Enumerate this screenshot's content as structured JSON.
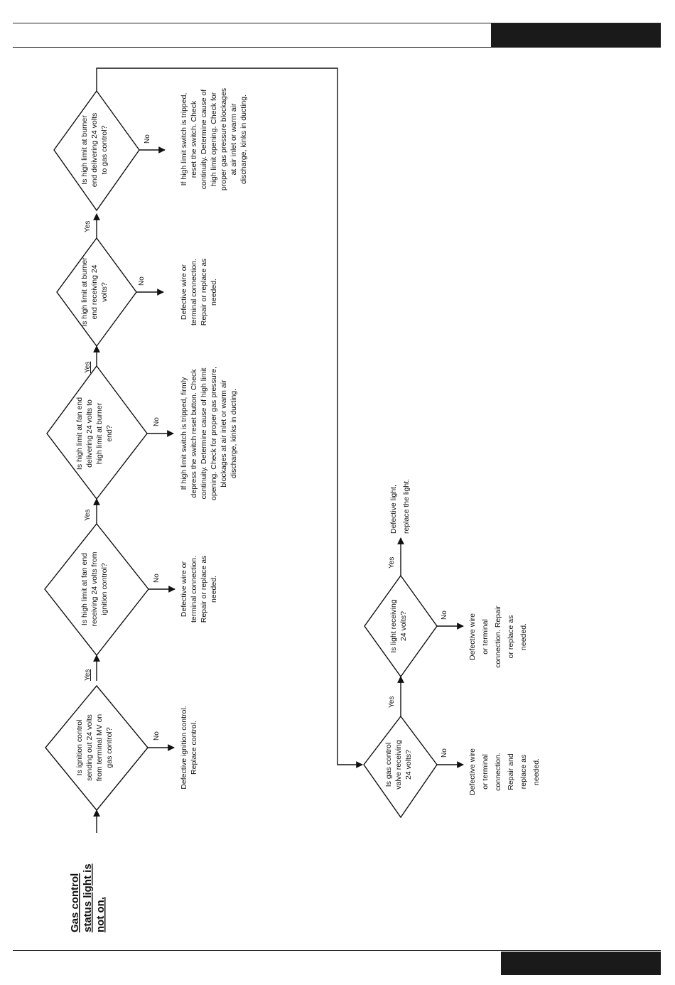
{
  "title": [
    "Gas control",
    "status light is",
    "not on."
  ],
  "labels": {
    "yes": "Yes",
    "no": "No"
  },
  "decisions": [
    {
      "lines": [
        "Is ignition control",
        "sending out 24 volts",
        "from terminal MV on",
        "gas control?"
      ]
    },
    {
      "lines": [
        "Is high limit at fan end",
        "receiving 24 volts from",
        "ignition control?"
      ]
    },
    {
      "lines": [
        "Is high limit at fan end",
        "delivering 24 volts to",
        "high limit at burner",
        "end?"
      ]
    },
    {
      "lines": [
        "Is high limit at burner",
        "end receiving 24",
        "volts?"
      ]
    },
    {
      "lines": [
        "Is high limit at burner",
        "end delivering 24 volts",
        "to gas control?"
      ]
    },
    {
      "lines": [
        "Is gas control",
        "valve receiving",
        "24 volts?"
      ]
    },
    {
      "lines": [
        "Is light receiving",
        "24 volts?"
      ]
    }
  ],
  "outcomes": [
    {
      "lines": [
        "Defective ignition control.",
        "Replace control."
      ]
    },
    {
      "lines": [
        "Defective wire or",
        "terminal connection.",
        "Repair or replace as",
        "needed."
      ]
    },
    {
      "lines": [
        "If high limit switch is tripped,  firmly",
        "depress the switch reset button. Check",
        "continuity. Determine cause of high limit",
        "opening. Check for proper gas pressure,",
        "blockages at air inlet or warm air",
        "discharge, kinks in ducting."
      ]
    },
    {
      "lines": [
        "Defective wire or",
        "terminal connection.",
        "Repair or replace as",
        "needed."
      ]
    },
    {
      "lines": [
        "If high limit switch is tripped,",
        "reset the switch. Check",
        "continuity. Determine cause of",
        "high limit opening. Check for",
        "proper gas pressure blockages",
        "at air inlet or warm air",
        "discharge, kinks in ducting."
      ]
    },
    {
      "lines": [
        "Defective wire",
        "or terminal",
        "connection.",
        "Repair and",
        "replace as",
        "needed."
      ]
    },
    {
      "lines": [
        "Defective wire",
        "or terminal",
        "connection. Repair",
        "or replace as",
        "needed."
      ]
    },
    {
      "lines": [
        "Defective light,",
        "replace the light."
      ]
    }
  ]
}
